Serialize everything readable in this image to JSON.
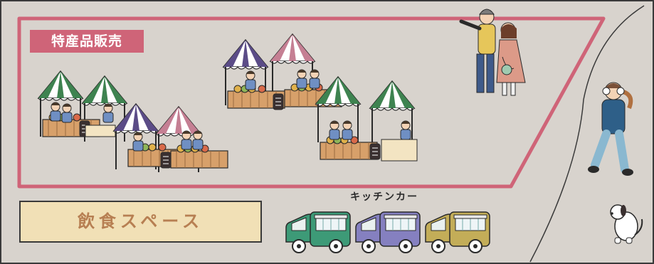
{
  "labels": {
    "market_zone": "特産品販売",
    "food_area": "飲食スペース",
    "kitchen_car": "キッチンカー"
  },
  "colors": {
    "background": "#d8d3cd",
    "zone_border": "#cf6478",
    "label_bg": "#cf6478",
    "food_area_bg": "#f1e0b6",
    "food_area_text": "#b77f52",
    "tent_green": "#3e8350",
    "tent_purple": "#5b4c87",
    "tent_pink": "#c57f93",
    "truck_green": "#3d9a77",
    "truck_purple": "#8580c0",
    "truck_yellow": "#c3ad58"
  },
  "icons": [
    "market-tent-icon",
    "kitchen-car-icon",
    "person-icon",
    "couple-icon",
    "dog-icon"
  ]
}
